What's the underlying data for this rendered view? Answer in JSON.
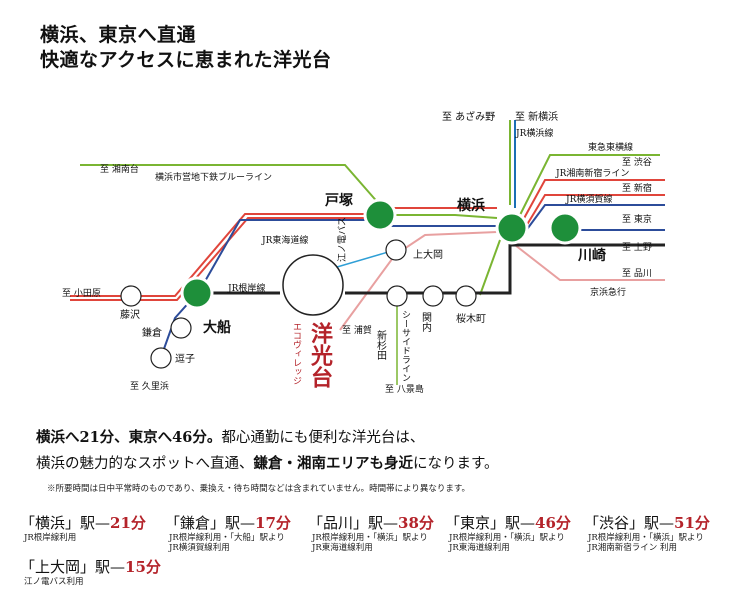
{
  "header": {
    "line1": "横浜、東京へ直通",
    "line2": "快適なアクセスに恵まれた洋光台"
  },
  "map": {
    "dest_azamino": "至 あざみ野",
    "dest_shinyokohama": "至 新横浜",
    "dest_shonandai": "至 湘南台",
    "dest_odawara": "至 小田原",
    "dest_kurihama": "至 久里浜",
    "dest_shibuya": "至 渋谷",
    "dest_shinjuku": "至 新宿",
    "dest_tokyo": "至 東京",
    "dest_ueno": "至 上野",
    "dest_shinagawa": "至 品川",
    "dest_uraga": "至 浦賀",
    "dest_hakkeijima": "至 八景島",
    "line_jr_yokohama": "JR横浜線",
    "line_tokyu_toyoko": "東急東横線",
    "line_shonan_shinjuku": "JR湘南新宿ライン",
    "line_yokosuka": "JR横須賀線",
    "line_keikyu": "京浜急行",
    "line_blue": "横浜市営地下鉄ブルーライン",
    "line_tokaido": "JR東海道線",
    "line_negishi": "JR根岸線",
    "line_enoden_bus": "江ノ電バス",
    "line_seaside": "シーサイドライン",
    "sta_totsuka": "戸塚",
    "sta_yokohama": "横浜",
    "sta_kawasaki": "川崎",
    "sta_ofuna": "大船",
    "sta_fujisawa": "藤沢",
    "sta_kamakura": "鎌倉",
    "sta_zushi": "逗子",
    "sta_kamiooka": "上大岡",
    "sta_shinsugita": "新杉田",
    "sta_kannai": "関内",
    "sta_sakuragicho": "桜木町",
    "sta_yokodai": "洋光台",
    "sta_yokodai_kana": "エコヴィレッジ"
  },
  "lead": {
    "line1_a": "横浜へ21分、東京へ46分。",
    "line1_b": "都心通勤にも便利な洋光台は、",
    "line2_a": "横浜の魅力的なスポットへ直通、",
    "line2_b": "鎌倉・湘南エリアも身近",
    "line2_c": "になります。"
  },
  "note": "※所要時間は日中平常時のものであり、乗換え・待ち時間などは含まれていません。時間帯により異なります。",
  "times": [
    {
      "station": "「横浜」駅",
      "dash": "—",
      "minutes": "21",
      "unit": "分",
      "route1": "JR根岸線利用",
      "route2": ""
    },
    {
      "station": "「鎌倉」駅",
      "dash": "—",
      "minutes": "17",
      "unit": "分",
      "route1": "JR根岸線利用・「大船」駅より",
      "route2": "JR横須賀線利用"
    },
    {
      "station": "「品川」駅",
      "dash": "—",
      "minutes": "38",
      "unit": "分",
      "route1": "JR根岸線利用・「横浜」駅より",
      "route2": "JR東海道線利用"
    },
    {
      "station": "「東京」駅",
      "dash": "—",
      "minutes": "46",
      "unit": "分",
      "route1": "JR根岸線利用・「横浜」駅より",
      "route2": "JR東海道線利用"
    },
    {
      "station": "「渋谷」駅",
      "dash": "—",
      "minutes": "51",
      "unit": "分",
      "route1": "JR根岸線利用・「横浜」駅より",
      "route2": "JR湘南新宿ライン 利用"
    },
    {
      "station": "「上大岡」駅",
      "dash": "—",
      "minutes": "15",
      "unit": "分",
      "route1": "江ノ電バス利用",
      "route2": ""
    }
  ],
  "colors": {
    "jr_yokohama": "#1b6fb5",
    "tokaido": "#e0453b",
    "yokosuka": "#2c4c9a",
    "blue_line": "#7ab532",
    "keikyu": "#e8a0a0",
    "bus": "#2f9fd6",
    "negishi": "#222222",
    "major_station": "#1e8f3a",
    "minutes_text": "#b4232a"
  }
}
